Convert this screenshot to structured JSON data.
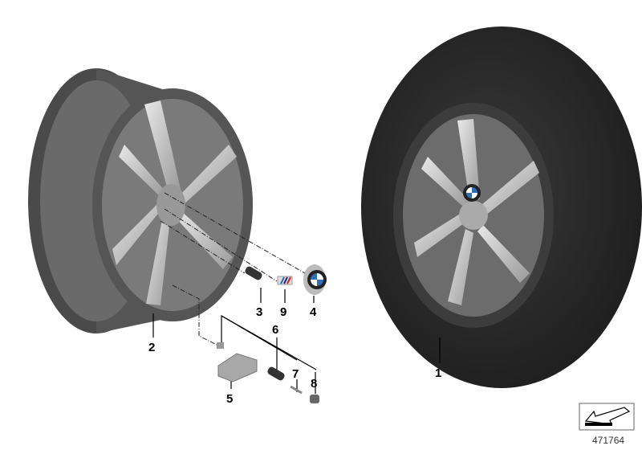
{
  "diagram": {
    "parts": [
      {
        "number": "1",
        "part": "complete-wheel-with-tire"
      },
      {
        "number": "2",
        "part": "light-alloy-rim"
      },
      {
        "number": "3",
        "part": "wheel-bolt"
      },
      {
        "number": "4",
        "part": "hub-cap-emblem"
      },
      {
        "number": "5",
        "part": "tire-pressure-sensor"
      },
      {
        "number": "6",
        "part": "valve"
      },
      {
        "number": "7",
        "part": "valve-core"
      },
      {
        "number": "8",
        "part": "valve-cap"
      },
      {
        "number": "9",
        "part": "m-badge"
      }
    ],
    "reference_number": "471764",
    "navigation_icon": "arrow-back-icon",
    "colors": {
      "tire": "#2a2a2a",
      "rim_barrel": "#5a5a5a",
      "spokes": "#c8c8c8",
      "bmw_blue": "#2f6fb5"
    }
  }
}
